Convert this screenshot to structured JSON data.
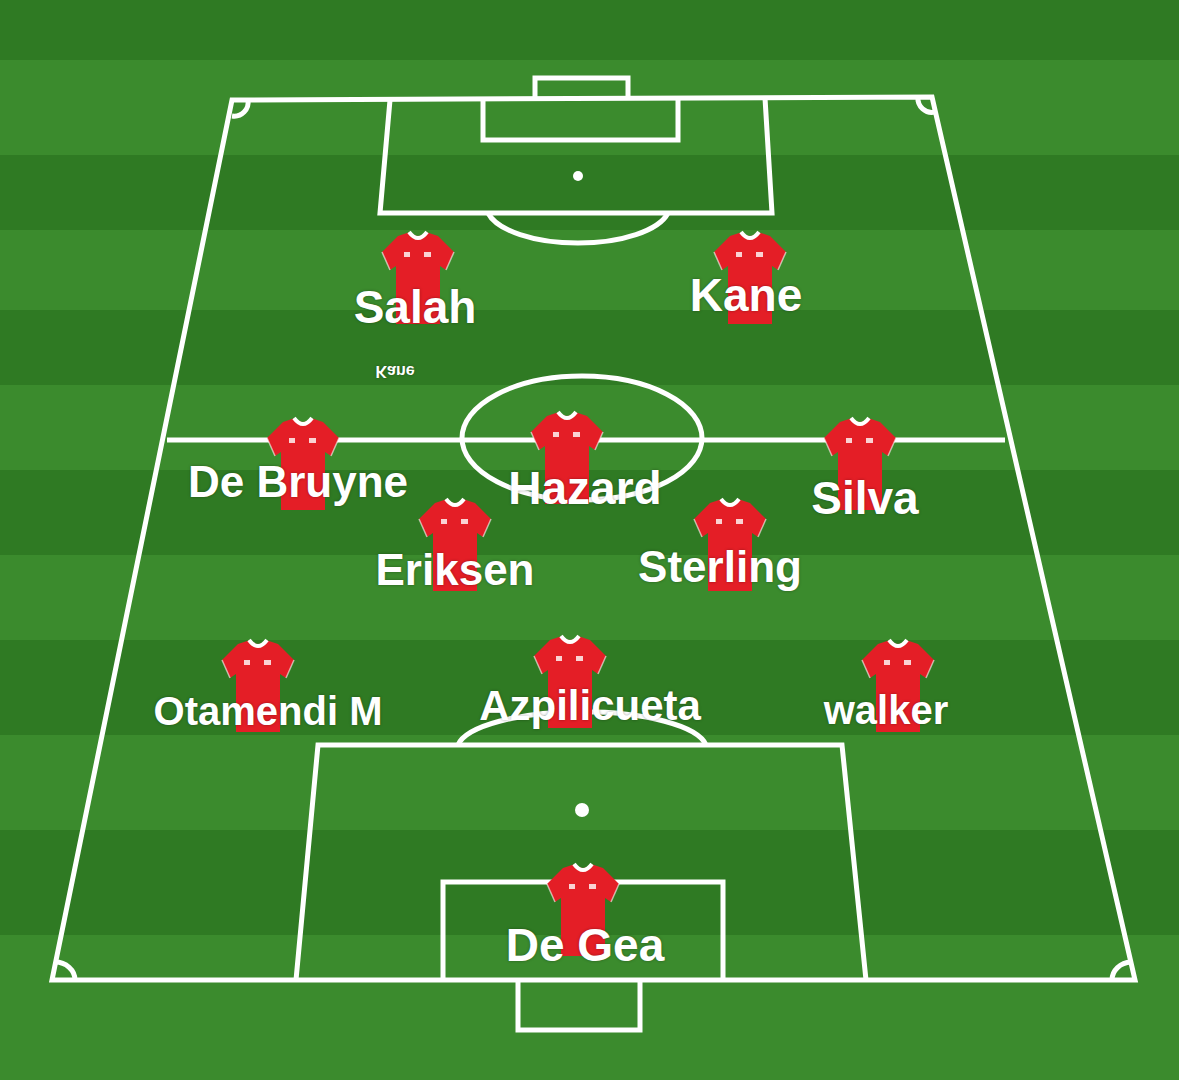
{
  "diagram": {
    "labels": [
      "Salah",
      "Kane",
      "Kane",
      "De Bruyne",
      "Hazard",
      "Silva",
      "Eriksen",
      "Sterling",
      "Otamendi M",
      "Azpilicueta",
      "walker",
      "De Gea"
    ]
  }
}
